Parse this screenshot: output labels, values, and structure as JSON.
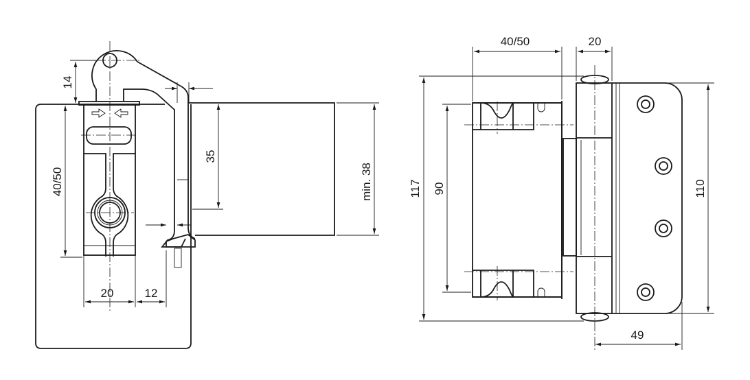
{
  "drawing": {
    "side_view": {
      "dimensions": {
        "knuckle_offset": "14",
        "door_rebate": "40/50",
        "frame_depth": "35",
        "frame_min": "min. 38",
        "leaf_width": "20",
        "edge_offset": "12"
      }
    },
    "front_view": {
      "dimensions": {
        "door_part_width": "40/50",
        "knuckle_width": "20",
        "overall_height": "117",
        "door_fixing_spacing": "90",
        "frame_leaf_height": "110",
        "frame_leaf_width": "49"
      }
    },
    "colors": {
      "line": "#1a1a1a",
      "background": "#ffffff"
    }
  }
}
